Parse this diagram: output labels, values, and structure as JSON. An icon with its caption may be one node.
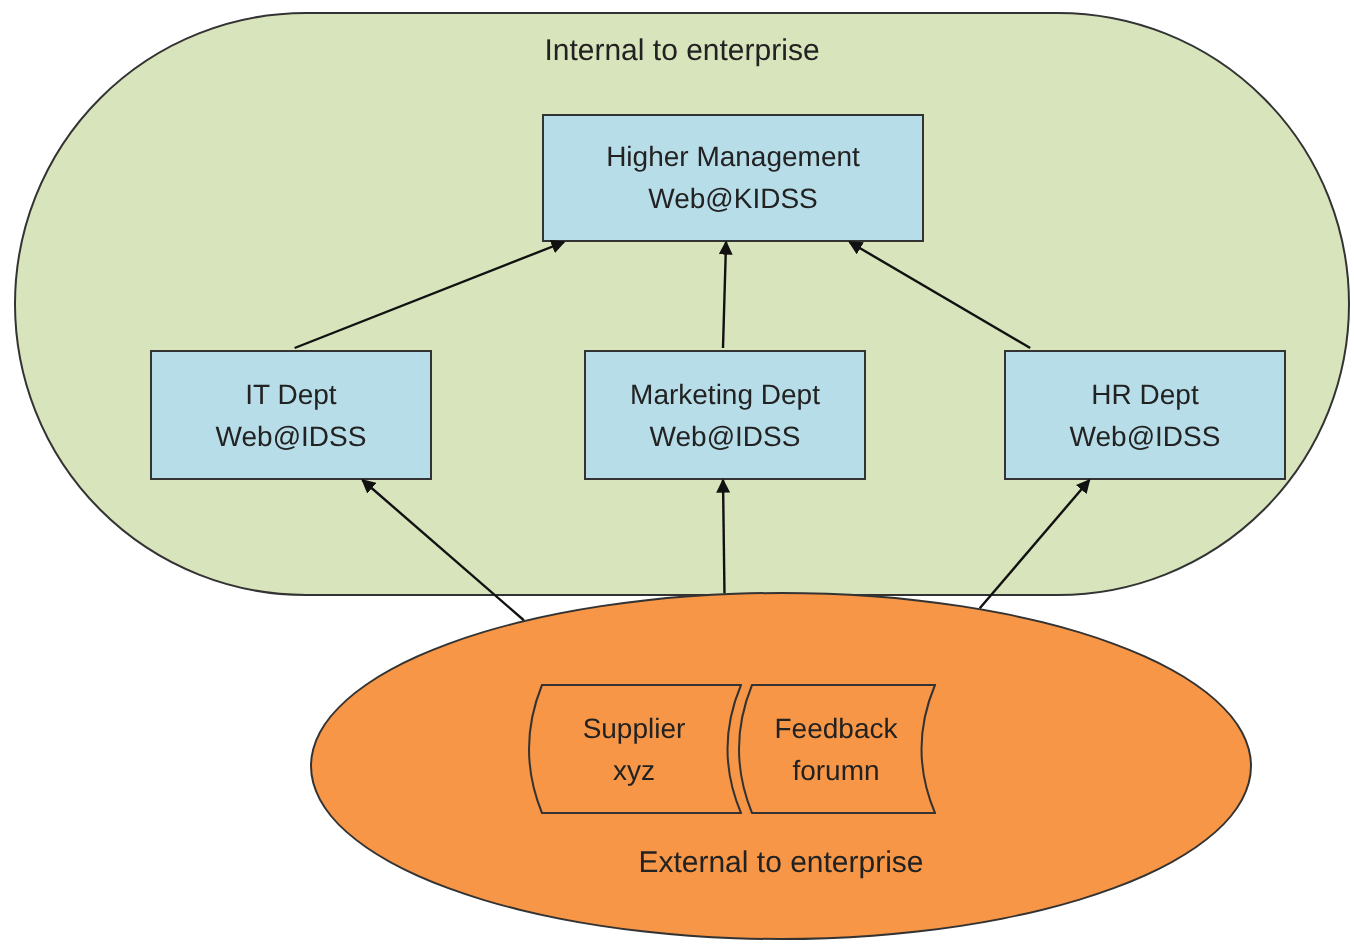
{
  "diagram": {
    "nodes": [
      {
        "text": [
          "Internal to enterprise"
        ]
      },
      {
        "text": [
          "Higher Management",
          "Web@KIDSS"
        ],
        "in": 0
      },
      {
        "text": [
          "IT Dept",
          "Web@IDSS"
        ],
        "in": 0
      },
      {
        "text": [
          "Marketing Dept",
          "Web@IDSS"
        ],
        "in": 0
      },
      {
        "text": [
          "HR Dept",
          "Web@IDSS"
        ],
        "in": 0
      },
      {
        "text": [
          "External to enterprise"
        ]
      },
      {
        "text": [
          "Supplier xyz"
        ],
        "in": 5
      },
      {
        "text": [
          "Feedback forumn"
        ],
        "in": 5
      }
    ],
    "edges": [
      {
        "from": 2,
        "to": 1,
        "arrow": "to"
      },
      {
        "from": 3,
        "to": 1,
        "arrow": "to"
      },
      {
        "from": 4,
        "to": 1,
        "arrow": "to"
      },
      {
        "from": 5,
        "to": 2,
        "arrow": "to"
      },
      {
        "from": 5,
        "to": 3,
        "arrow": "to"
      },
      {
        "from": 5,
        "to": 4,
        "arrow": "to"
      }
    ]
  }
}
